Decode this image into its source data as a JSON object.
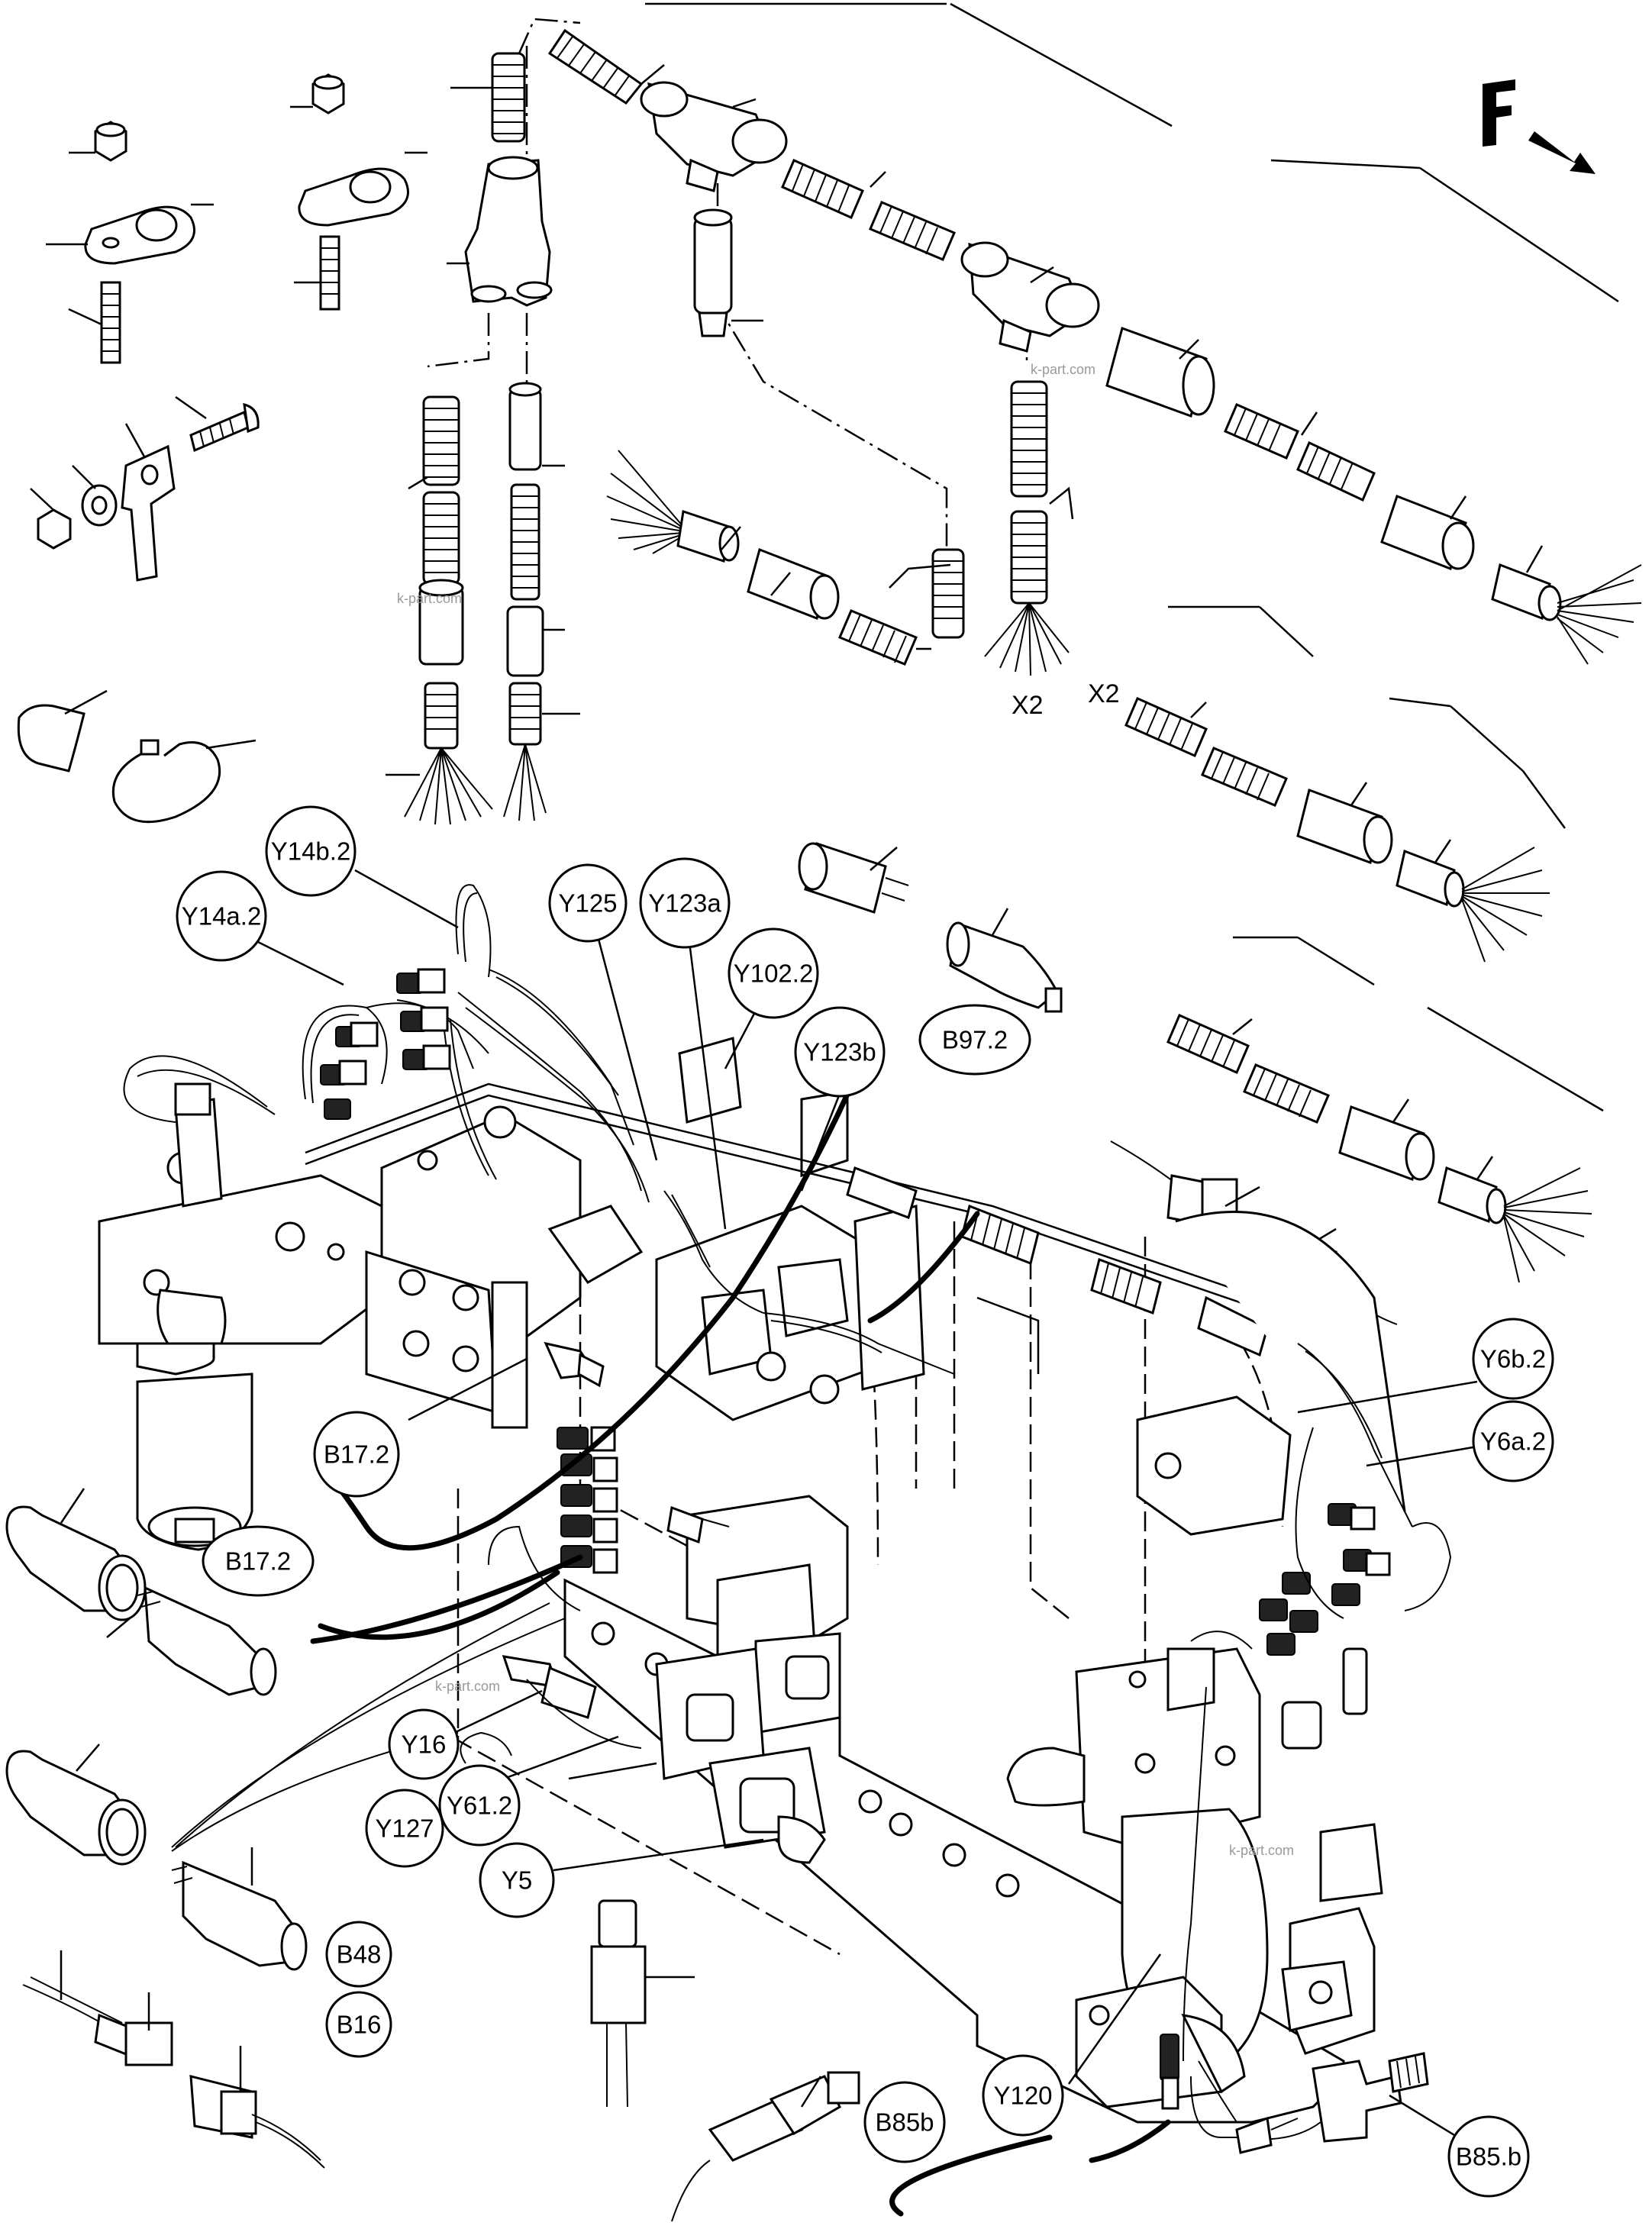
{
  "direction_marker": {
    "letter": "F",
    "arrow": "arrow-right-down-icon"
  },
  "callouts": [
    {
      "id": "y14b2",
      "text": "Y14b.2"
    },
    {
      "id": "y14a2",
      "text": "Y14a.2"
    },
    {
      "id": "y125",
      "text": "Y125"
    },
    {
      "id": "y123a",
      "text": "Y123a"
    },
    {
      "id": "y1022",
      "text": "Y102.2"
    },
    {
      "id": "y123b",
      "text": "Y123b"
    },
    {
      "id": "b972",
      "text": "B97.2"
    },
    {
      "id": "y6b2",
      "text": "Y6b.2"
    },
    {
      "id": "y6a2",
      "text": "Y6a.2"
    },
    {
      "id": "b172a",
      "text": "B17.2"
    },
    {
      "id": "b172b",
      "text": "B17.2"
    },
    {
      "id": "y16",
      "text": "Y16"
    },
    {
      "id": "y127",
      "text": "Y127"
    },
    {
      "id": "y612",
      "text": "Y61.2"
    },
    {
      "id": "y5",
      "text": "Y5"
    },
    {
      "id": "b48",
      "text": "B48"
    },
    {
      "id": "b16",
      "text": "B16"
    },
    {
      "id": "b85b",
      "text": "B85b"
    },
    {
      "id": "y120",
      "text": "Y120"
    },
    {
      "id": "b85b2",
      "text": "B85.b"
    }
  ],
  "multipliers": [
    {
      "id": "x2a",
      "text": "X2"
    },
    {
      "id": "x2b",
      "text": "X2"
    }
  ],
  "watermark": "k-part.com"
}
